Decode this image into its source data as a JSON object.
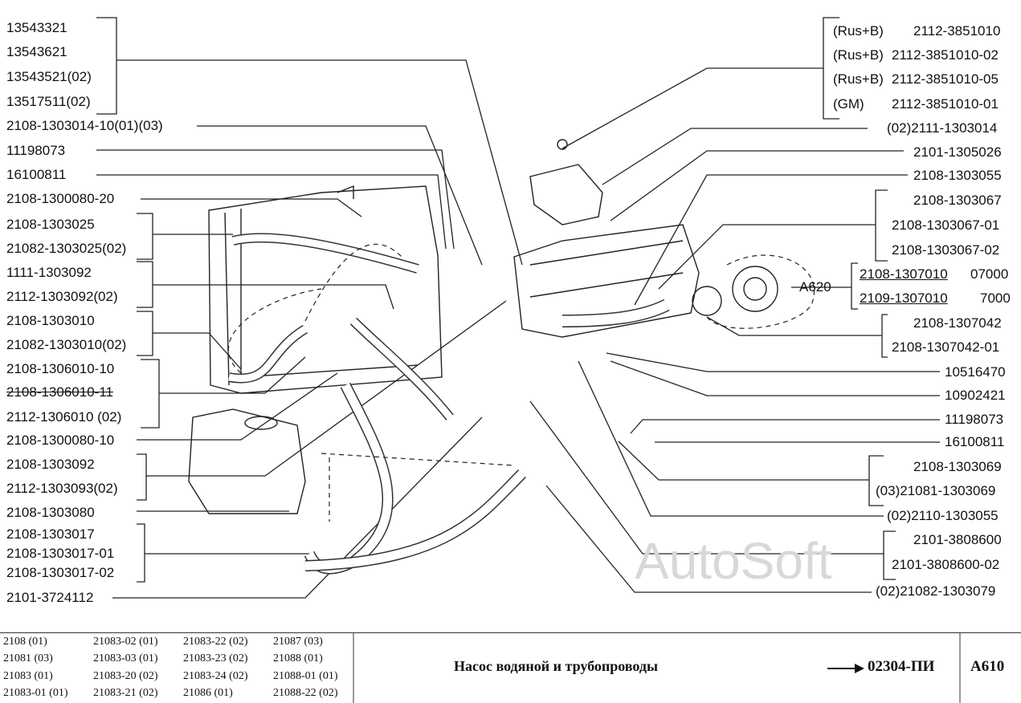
{
  "left_labels": [
    "13543321",
    "13543621",
    "13543521(02)",
    "13517511(02)",
    "2108-1303014-10(01)(03)",
    "11198073",
    "16100811",
    "2108-1300080-20",
    "2108-1303025",
    "21082-1303025(02)",
    "1111-1303092",
    "2112-1303092(02)",
    "2108-1303010",
    "21082-1303010(02)",
    "2108-1306010-10",
    "2108-1306010-11",
    "2112-1306010    (02)",
    "2108-1300080-10",
    "2108-1303092",
    "2112-1303093(02)",
    "2108-1303080",
    "2108-1303017",
    "2108-1303017-01",
    "2108-1303017-02",
    "2101-3724112"
  ],
  "right_labels": {
    "sensor_rows": [
      {
        "app": "(Rus+B)",
        "num": "2112-3851010"
      },
      {
        "app": "(Rus+B)",
        "num": "2112-3851010-02"
      },
      {
        "app": "(Rus+B)",
        "num": "2112-3851010-05"
      },
      {
        "app": "(GM)",
        "num": "2112-3851010-01"
      }
    ],
    "items": [
      "(02)2111-1303014",
      "2101-1305026",
      "2108-1303055",
      "2108-1303067",
      "2108-1303067-01",
      "2108-1303067-02",
      "2108-1307010",
      "2109-1307010",
      "07000",
      "7000",
      "A620",
      "2108-1307042",
      "2108-1307042-01",
      "10516470",
      "10902421",
      "11198073",
      "16100811",
      "2108-1303069",
      "(03)21081-1303069",
      "(02)2110-1303055",
      "2101-3808600",
      "2101-3808600-02",
      "(02)21082-1303079"
    ]
  },
  "watermark": "AutoSoft",
  "footer": {
    "models": [
      [
        "2108 (01)",
        "21083-02 (01)",
        "21083-22 (02)",
        "21087 (03)"
      ],
      [
        "21081 (03)",
        "21083-03 (01)",
        "21083-23 (02)",
        "21088 (01)"
      ],
      [
        "21083 (01)",
        "21083-20 (02)",
        "21083-24 (02)",
        "21088-01 (01)"
      ],
      [
        "21083-01 (01)",
        "21083-21 (02)",
        "21086 (01)",
        "21088-22 (02)"
      ]
    ],
    "title": "Насос водяной и трубопроводы",
    "code": "02304-ПИ",
    "sheet": "A610"
  }
}
